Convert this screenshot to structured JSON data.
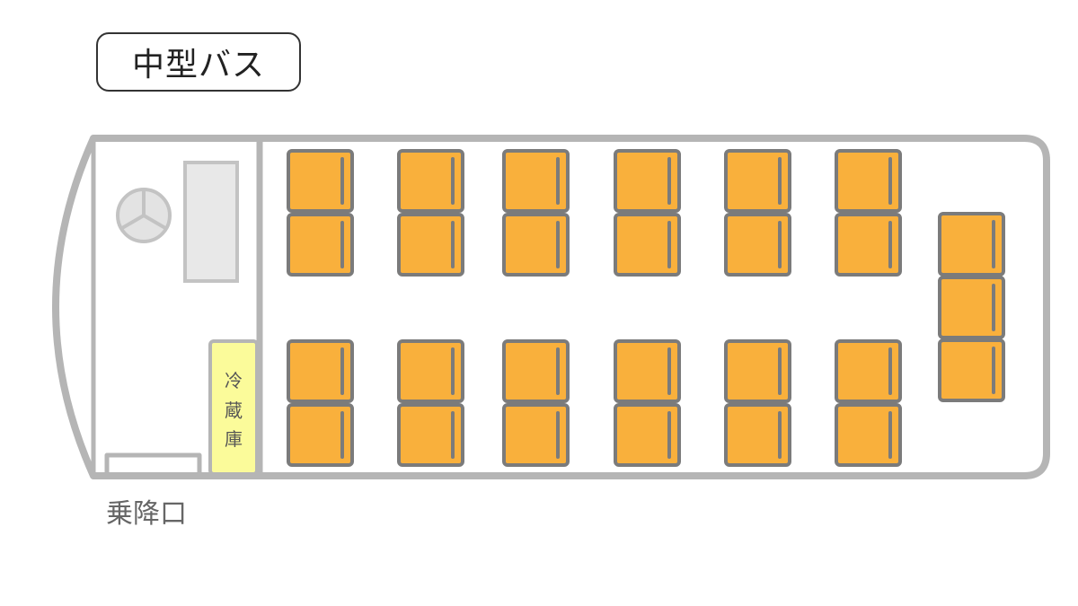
{
  "title": "中型バス",
  "door_label": "乗降口",
  "fridge_label": [
    "冷",
    "蔵",
    "庫"
  ],
  "seat_count": 27,
  "colors": {
    "outline": "#b5b5b5",
    "seat_fill": "#f9b03c",
    "seat_border": "#7b7b7b",
    "fridge_fill": "#fbfb9a",
    "fixture_fill": "#e8e8e8"
  }
}
